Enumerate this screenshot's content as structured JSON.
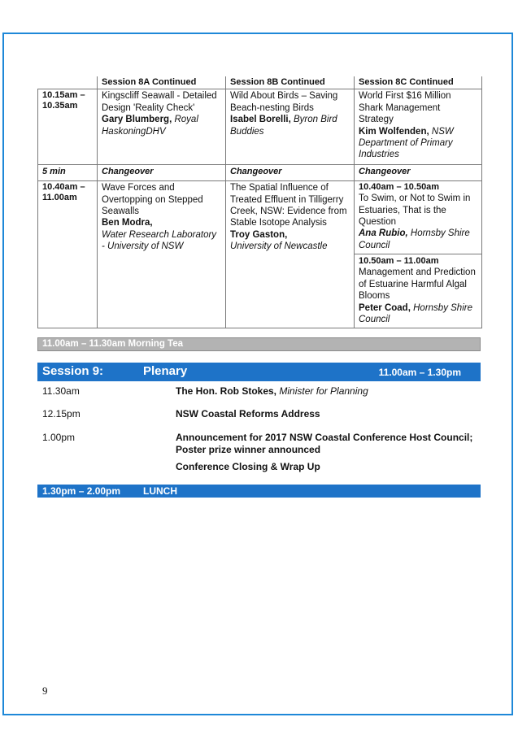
{
  "table": {
    "headers": [
      "",
      "Session 8A Continued",
      "Session 8B Continued",
      "Session 8C Continued"
    ],
    "row1": {
      "time": "10.15am – 10.35am",
      "a_title": "Kingscliff Seawall - Detailed Design 'Reality Check'",
      "a_name": "Gary Blumberg,",
      "a_org": "Royal HaskoningDHV",
      "b_title": "Wild About Birds – Saving Beach-nesting Birds",
      "b_name": "Isabel Borelli,",
      "b_org": "Byron Bird Buddies",
      "c_title": "World First $16 Million Shark Management Strategy",
      "c_name": "Kim Wolfenden,",
      "c_org": "NSW Department of Primary Industries"
    },
    "changeover": {
      "time": "5 min",
      "label": "Changeover"
    },
    "row2": {
      "time": "10.40am – 11.00am",
      "a_title": "Wave Forces and Overtopping on Stepped Seawalls",
      "a_name": "Ben Modra,",
      "a_org": "Water Research Laboratory - University of NSW",
      "b_title": "The Spatial Influence of Treated Effluent in Tilligerry Creek, NSW: Evidence from Stable Isotope Analysis",
      "b_name": "Troy Gaston,",
      "b_org": "University of Newcastle",
      "c1_time": "10.40am – 10.50am",
      "c1_title": "To Swim, or Not to Swim in Estuaries, That is the Question",
      "c1_name": "Ana Rubio,",
      "c1_org": "Hornsby Shire Council",
      "c2_time": "10.50am – 11.00am",
      "c2_title": "Management and Prediction of Estuarine Harmful Algal Blooms",
      "c2_name": "Peter Coad,",
      "c2_org": "Hornsby Shire Council"
    }
  },
  "morning_tea": "11.00am – 11.30am Morning Tea",
  "session9": {
    "label": "Session 9:",
    "title": "Plenary",
    "time": "11.00am – 1.30pm",
    "items": [
      {
        "time": "11.30am",
        "bold": "The Hon. Rob Stokes,",
        "italic": "Minister for Planning"
      },
      {
        "time": "12.15pm",
        "bold": "NSW Coastal Reforms Address",
        "italic": ""
      },
      {
        "time": "1.00pm",
        "bold": "Announcement for 2017 NSW Coastal Conference Host Council; Poster prize winner announced",
        "italic": ""
      },
      {
        "time": "",
        "bold": "Conference Closing & Wrap Up",
        "italic": ""
      }
    ]
  },
  "lunch": {
    "time": "1.30pm – 2.00pm",
    "label": "LUNCH"
  },
  "page_number": "9",
  "colors": {
    "accent_blue": "#1e73c8",
    "frame_blue": "#1e88d8",
    "grey_bar": "#b3b3b3"
  }
}
